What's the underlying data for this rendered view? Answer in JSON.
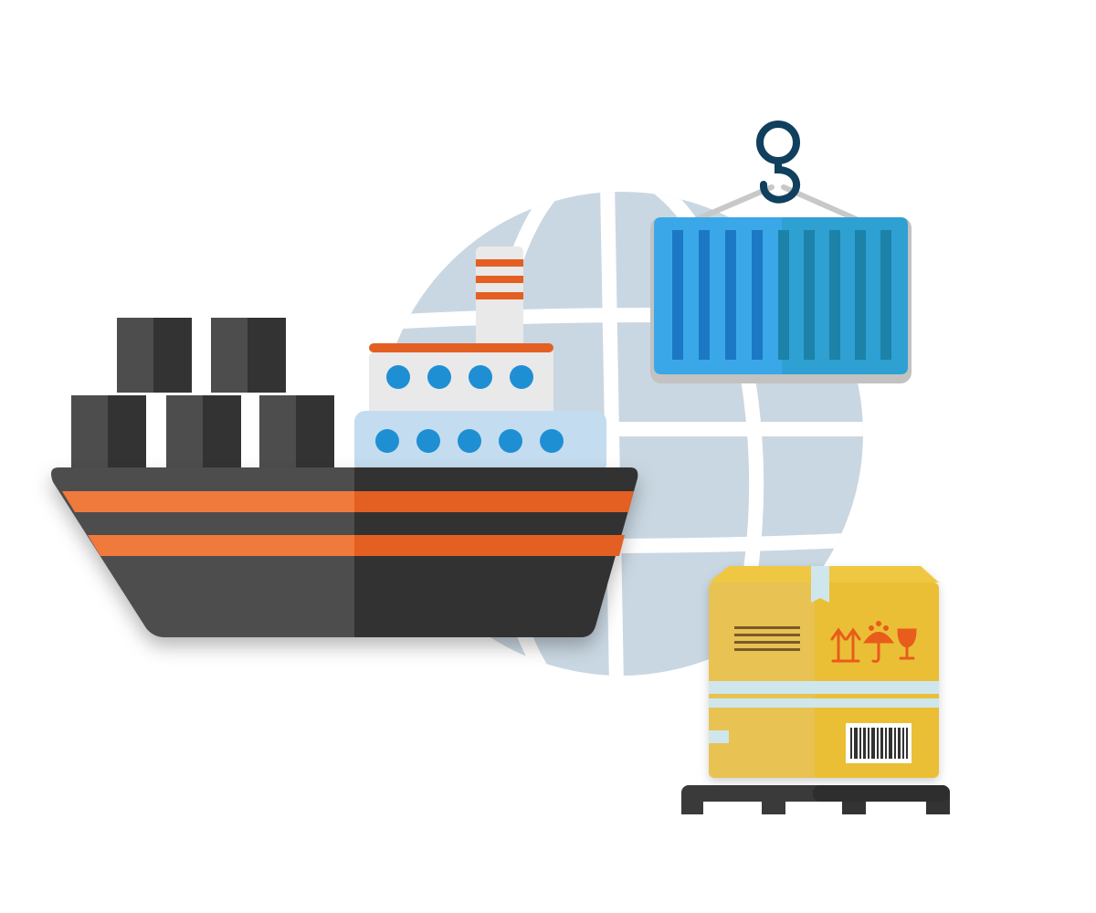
{
  "illustration": {
    "icons": [
      "globe-icon",
      "cargo-ship-icon",
      "crane-hook-icon",
      "shipping-container-icon",
      "cardboard-box-icon",
      "pallet-icon",
      "this-way-up-symbol",
      "keep-dry-symbol",
      "fragile-symbol",
      "barcode-icon"
    ],
    "colors": {
      "globe": "#c9d7e2",
      "hull_dark": "#333333",
      "hull_light": "#4d4d4d",
      "hull_stripe": "#f07a3b",
      "hull_stripe_dark": "#e45f22",
      "cabin": "#e9e9ea",
      "cabin_lower": "#c4dcef",
      "porthole": "#1f8fd4",
      "container_left": "#3aa8e8",
      "container_right": "#2ea0d2",
      "hook": "#10405e",
      "box": "#e8c252",
      "box_shadow_side": "#eabf34",
      "tape": "#cfe7ec",
      "handling_symbols": "#e85b1f",
      "pallet": "#3a3a3a"
    }
  }
}
